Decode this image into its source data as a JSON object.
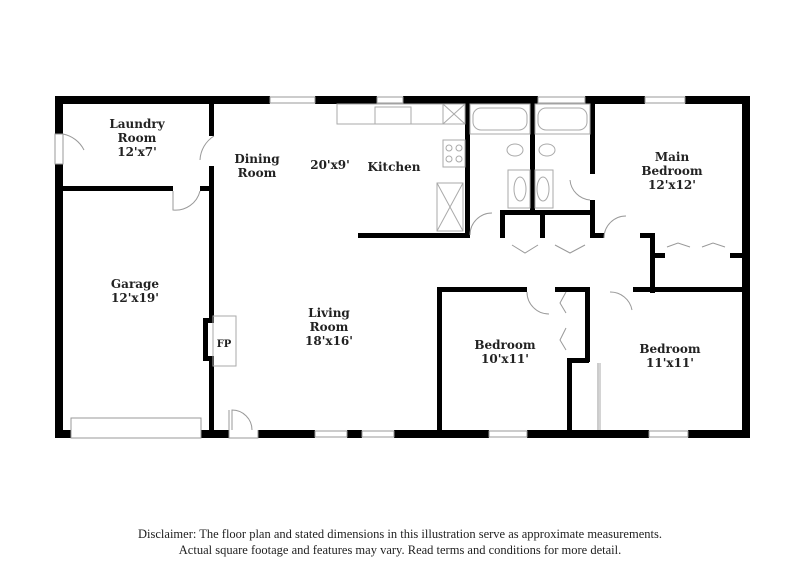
{
  "floor_plan": {
    "rooms": [
      {
        "id": "laundry",
        "name_line1": "Laundry",
        "name_line2": "Room",
        "dims": "12'x7'"
      },
      {
        "id": "dining",
        "name_line1": "Dining",
        "name_line2": "Room",
        "dims": "20'x9'"
      },
      {
        "id": "kitchen",
        "name": "Kitchen"
      },
      {
        "id": "main_bedroom",
        "name_line1": "Main",
        "name_line2": "Bedroom",
        "dims": "12'x12'"
      },
      {
        "id": "garage",
        "name": "Garage",
        "dims": "12'x19'"
      },
      {
        "id": "living",
        "name_line1": "Living",
        "name_line2": "Room",
        "dims": "18'x16'"
      },
      {
        "id": "bedroom2",
        "name": "Bedroom",
        "dims": "10'x11'"
      },
      {
        "id": "bedroom3",
        "name": "Bedroom",
        "dims": "11'x11'"
      }
    ],
    "fireplace_label": "FP"
  },
  "disclaimer": {
    "line1": "Disclaimer: The floor plan and stated dimensions in this illustration serve as approximate measurements.",
    "line2": "Actual square footage and features may vary. Read terms and conditions for more detail."
  }
}
